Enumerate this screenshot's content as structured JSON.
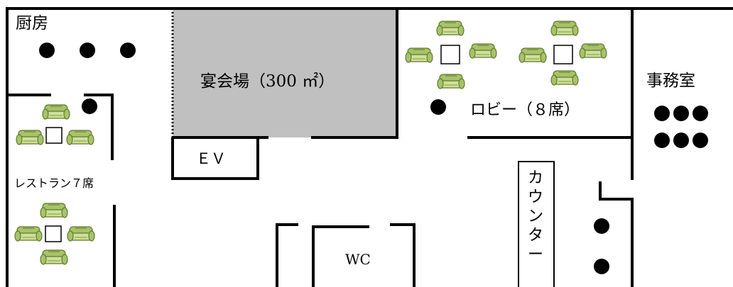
{
  "floor_plan": {
    "rooms": {
      "kitchen": {
        "label": "厨房"
      },
      "banquet": {
        "label": "宴会場（300 ㎡）"
      },
      "lobby": {
        "label": "ロビー（８席）"
      },
      "office": {
        "label": "事務室"
      },
      "restaurant": {
        "label": "レストラン７席"
      },
      "elevator": {
        "label": "ＥＶ"
      },
      "restroom": {
        "label": "WC"
      },
      "counter": {
        "label": "カウンター"
      }
    },
    "colors": {
      "wall": "#000000",
      "banquet_fill": "#c0c0c0",
      "sofa_body": "#a8c26a",
      "sofa_dark": "#5f7a2e",
      "sofa_light": "#cfe09a",
      "table_fill": "#ffffff"
    },
    "icons": {
      "sofa": "sofa-icon",
      "table": "table-icon",
      "person": "person-dot-icon"
    }
  }
}
